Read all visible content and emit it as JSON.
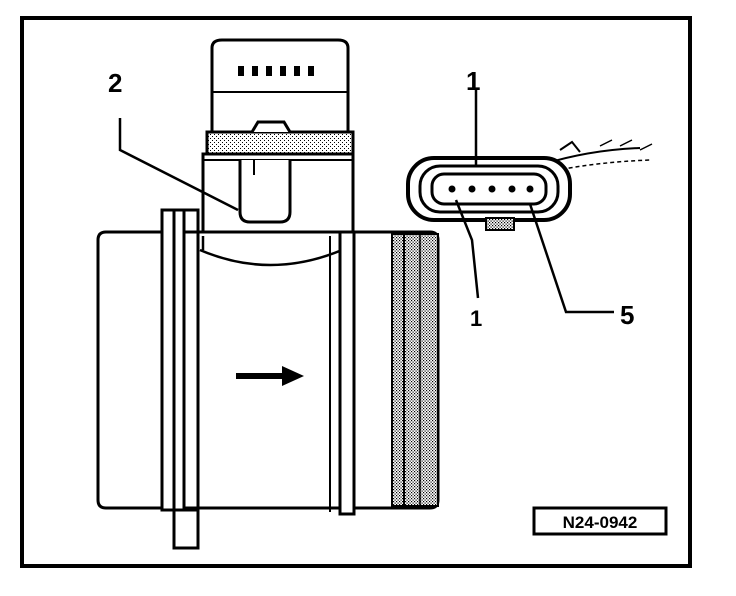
{
  "callouts": {
    "part_2": "2",
    "part_1": "1",
    "pin_1": "1",
    "pin_5": "5"
  },
  "figure_code": "N24-0942",
  "colors": {
    "line": "#000000",
    "background": "#ffffff",
    "shade": "#8a8a8a"
  }
}
